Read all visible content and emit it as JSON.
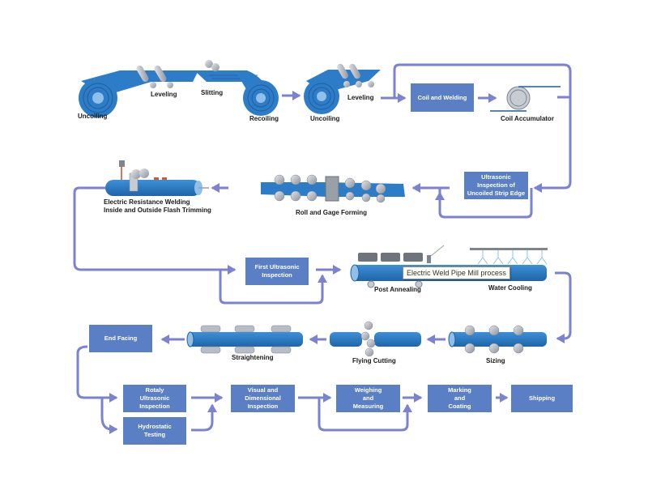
{
  "title": "Electric Weld Pipe Mill process",
  "colors": {
    "strip_blue": "#2d7cc7",
    "strip_dark": "#1f5f9e",
    "box_fill": "#5b7fc4",
    "arrow": "#7b82cf",
    "roller": "#b8bcc4",
    "label": "#1a1a1a"
  },
  "row1": {
    "uncoiling_1": "Uncoiling",
    "leveling_1": "Leveling",
    "slitting": "Slitting",
    "recoiling": "Recoiling",
    "uncoiling_2": "Uncoiling",
    "leveling_2": "Leveling",
    "coil_welding": "Coil and Welding",
    "coil_accumulator": "Coil Accumulator"
  },
  "row2": {
    "ultrasonic_strip": [
      "Ultrasonic",
      "Inspection of",
      "Uncoiled Strip Edge"
    ],
    "roll_forming": "Roll and Gage Forming",
    "erw": [
      "Electric Resistance Welding",
      "Inside and Outside Flash Trimming"
    ]
  },
  "row3": {
    "first_ultrasonic": [
      "First Ultrasonic",
      "Inspection"
    ],
    "post_annealing": "Post Annealing",
    "water_cooling": "Water Cooling",
    "tooltip": "Electric Weld Pipe Mill process"
  },
  "row4": {
    "end_facing": "End Facing",
    "straightening": "Straightening",
    "flying_cutting": "Flying Cutting",
    "sizing": "Sizing"
  },
  "row5": {
    "rotary_ultrasonic": [
      "Rotaly",
      "Ultrasonic",
      "Inspection"
    ],
    "hydrostatic": [
      "Hydrostatic",
      "Testing"
    ],
    "visual_dimensional": [
      "Visual and",
      "Dimensional",
      "Inspection"
    ],
    "weighing": [
      "Weighing",
      "and",
      "Measuring"
    ],
    "marking": [
      "Marking",
      "and",
      "Coating"
    ],
    "shipping": "Shipping"
  }
}
